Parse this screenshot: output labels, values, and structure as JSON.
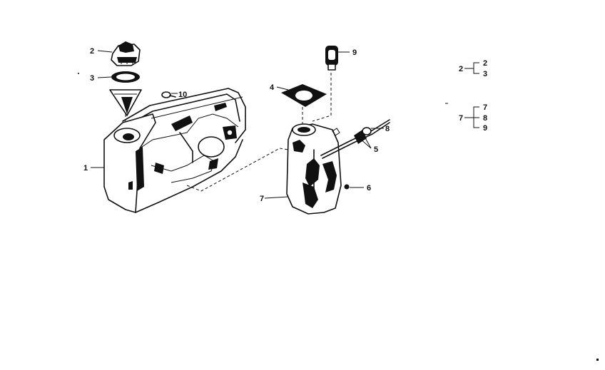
{
  "callouts": {
    "c1": "1",
    "c2": "2",
    "c3": "3",
    "c4": "4",
    "c5": "5",
    "c6": "6",
    "c7": "7",
    "c8": "8",
    "c9": "9",
    "c10": "10"
  },
  "legend": {
    "group_a": {
      "parent": "2",
      "children": [
        "2",
        "3"
      ]
    },
    "group_b": {
      "parent": "7",
      "children": [
        "7",
        "8",
        "9"
      ]
    }
  }
}
